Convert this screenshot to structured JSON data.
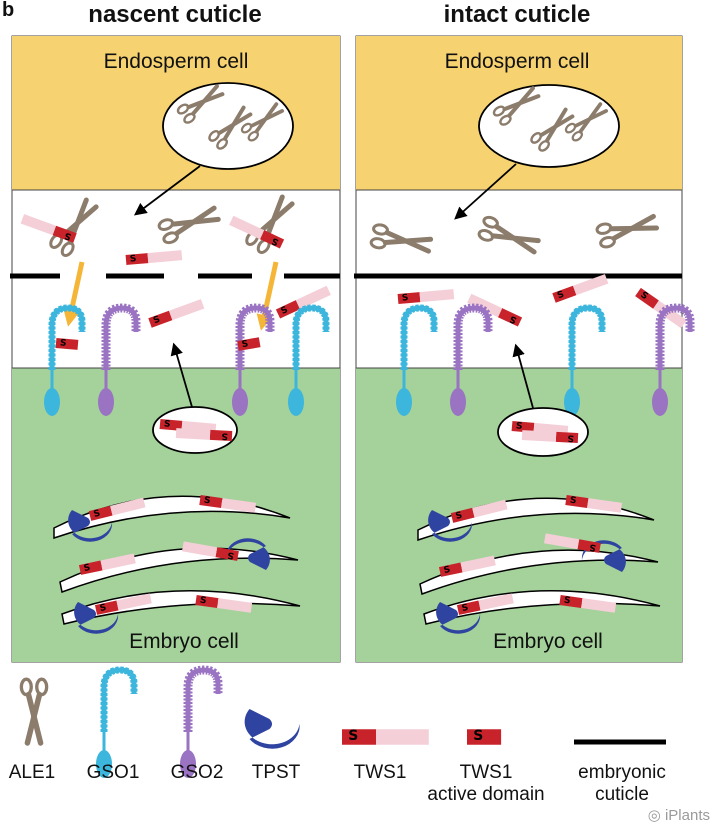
{
  "panel_letter": "b",
  "panels": [
    {
      "title": "nascent cuticle",
      "top_cell": "Endosperm cell",
      "bottom_cell": "Embryo cell"
    },
    {
      "title": "intact cuticle",
      "top_cell": "Endosperm cell",
      "bottom_cell": "Embryo cell"
    }
  ],
  "legend": [
    {
      "label": "ALE1",
      "icon": "scissors-icon"
    },
    {
      "label": "GSO1",
      "icon": "receptor-icon"
    },
    {
      "label": "GSO2",
      "icon": "receptor-icon"
    },
    {
      "label": "TPST",
      "icon": "tpst-icon"
    },
    {
      "label": "TWS1",
      "icon": "peptide-full-icon"
    },
    {
      "label": "TWS1\nactive domain",
      "label_line1": "TWS1",
      "label_line2": "active domain",
      "icon": "peptide-active-icon"
    },
    {
      "label": "embryonic\ncuticle",
      "label_line1": "embryonic",
      "label_line2": "cuticle",
      "icon": "cuticle-line-icon"
    }
  ],
  "peptide_mark": "S",
  "watermark": "iPlants",
  "colors": {
    "endosperm": "#f6d271",
    "embryo": "#a4d29a",
    "scissors": "#8c7c6c",
    "gso1": "#3cb6dc",
    "gso2": "#9a73c2",
    "tpst": "#2e44a0",
    "peptide_active": "#c8232b",
    "peptide_tail": "#f4cfd8",
    "arrow_orange": "#f5b638"
  }
}
